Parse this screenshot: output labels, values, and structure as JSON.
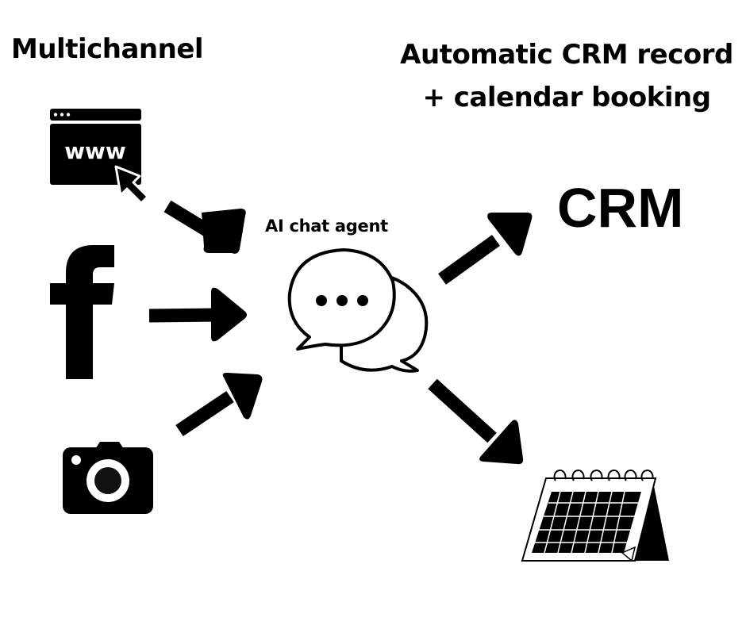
{
  "diagram": {
    "left_heading": "Multichannel",
    "right_heading_line1": "Automatic CRM record",
    "right_heading_line2": "+ calendar booking",
    "center_label": "AI chat agent",
    "crm_label": "CRM",
    "web_icon_text": "www",
    "channels": [
      {
        "name": "website",
        "icon": "www-browser-icon"
      },
      {
        "name": "facebook",
        "icon": "facebook-icon"
      },
      {
        "name": "instagram",
        "icon": "camera-icon"
      }
    ],
    "outputs": [
      {
        "name": "crm",
        "icon": "crm-text"
      },
      {
        "name": "calendar",
        "icon": "calendar-icon"
      }
    ],
    "colors": {
      "ink": "#000000",
      "background": "#ffffff"
    }
  }
}
